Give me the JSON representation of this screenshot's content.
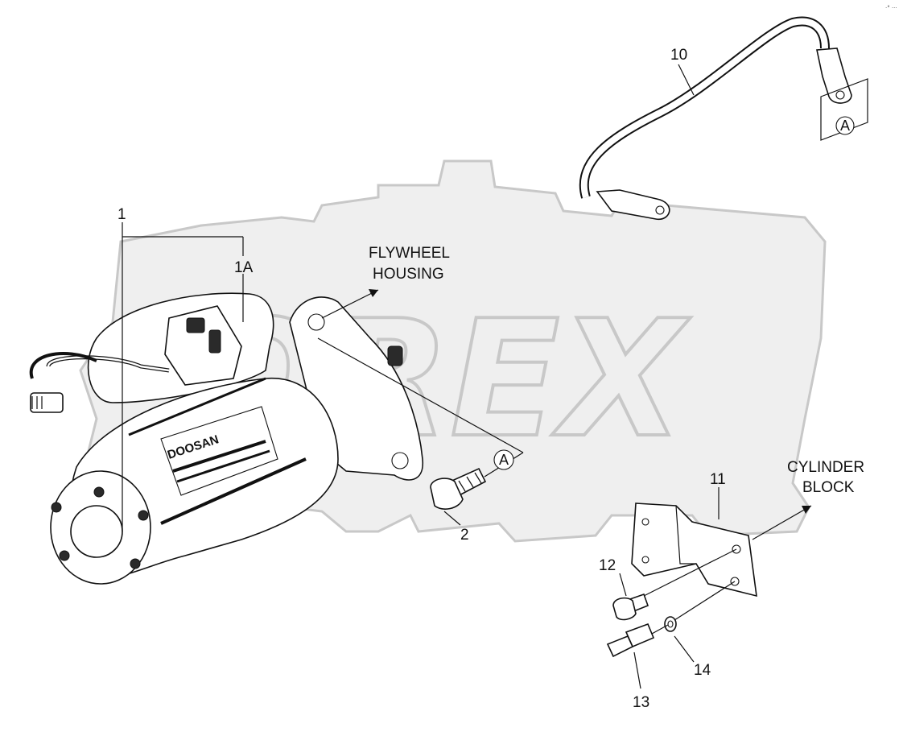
{
  "labels": {
    "part_1": "1",
    "part_1a": "1A",
    "part_2": "2",
    "part_10": "10",
    "part_11": "11",
    "part_12": "12",
    "part_13": "13",
    "part_14": "14",
    "flywheel_line1": "FLYWHEEL",
    "flywheel_line2": "HOUSING",
    "cylinder_line1": "CYLINDER",
    "cylinder_line2": "BLOCK",
    "ref_a_bolt": "A",
    "ref_a_cable": "A",
    "nameplate_brand": "DOOSAN"
  },
  "watermark_text": "OREX",
  "corner_mark": "·° ···"
}
